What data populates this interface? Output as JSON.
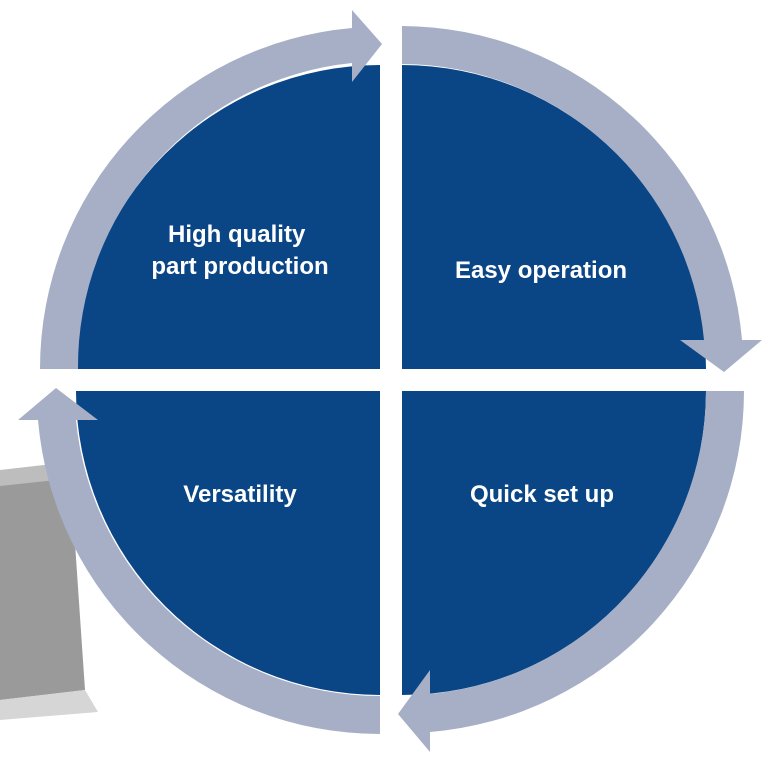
{
  "diagram": {
    "quadrants": [
      {
        "id": "top-left",
        "lines": [
          "High quality",
          "part production"
        ]
      },
      {
        "id": "top-right",
        "lines": [
          "Easy operation"
        ]
      },
      {
        "id": "bottom-right",
        "lines": [
          "Quick set up"
        ]
      },
      {
        "id": "bottom-left",
        "lines": [
          "Versatility"
        ]
      }
    ],
    "colors": {
      "quadrant_fill": "#0a4686",
      "arrow_ring": "#a7afc6",
      "separator": "#ffffff",
      "background_device": "#9a9a9a",
      "label_text": "#ffffff"
    }
  }
}
